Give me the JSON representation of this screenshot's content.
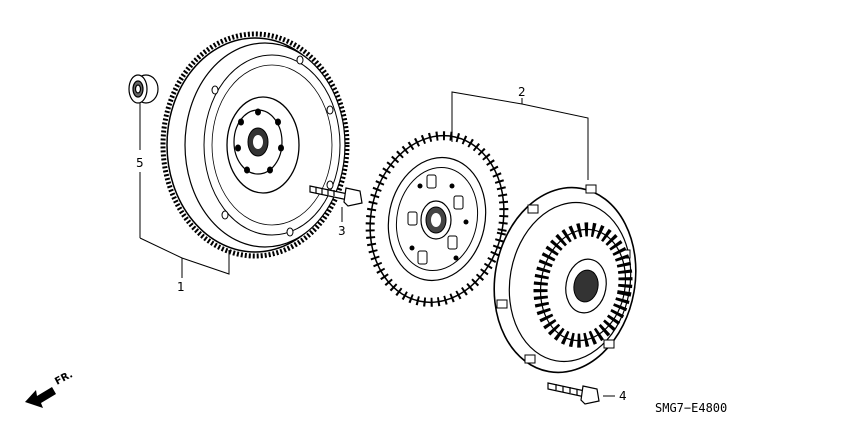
{
  "callouts": {
    "part_1": "1",
    "part_2": "2",
    "part_3": "3",
    "part_4": "4",
    "part_5": "5"
  },
  "direction": {
    "label": "FR."
  },
  "diagram_code": "SMG7−E4800",
  "parts": [
    {
      "callout": "1",
      "icon": "flywheel-icon"
    },
    {
      "callout": "2",
      "icon": "clutch-disc-icon"
    },
    {
      "callout": "2",
      "icon": "pressure-plate-icon"
    },
    {
      "callout": "3",
      "icon": "flywheel-bolt-icon"
    },
    {
      "callout": "4",
      "icon": "pressure-plate-bolt-icon"
    },
    {
      "callout": "5",
      "icon": "pilot-bearing-icon"
    }
  ]
}
